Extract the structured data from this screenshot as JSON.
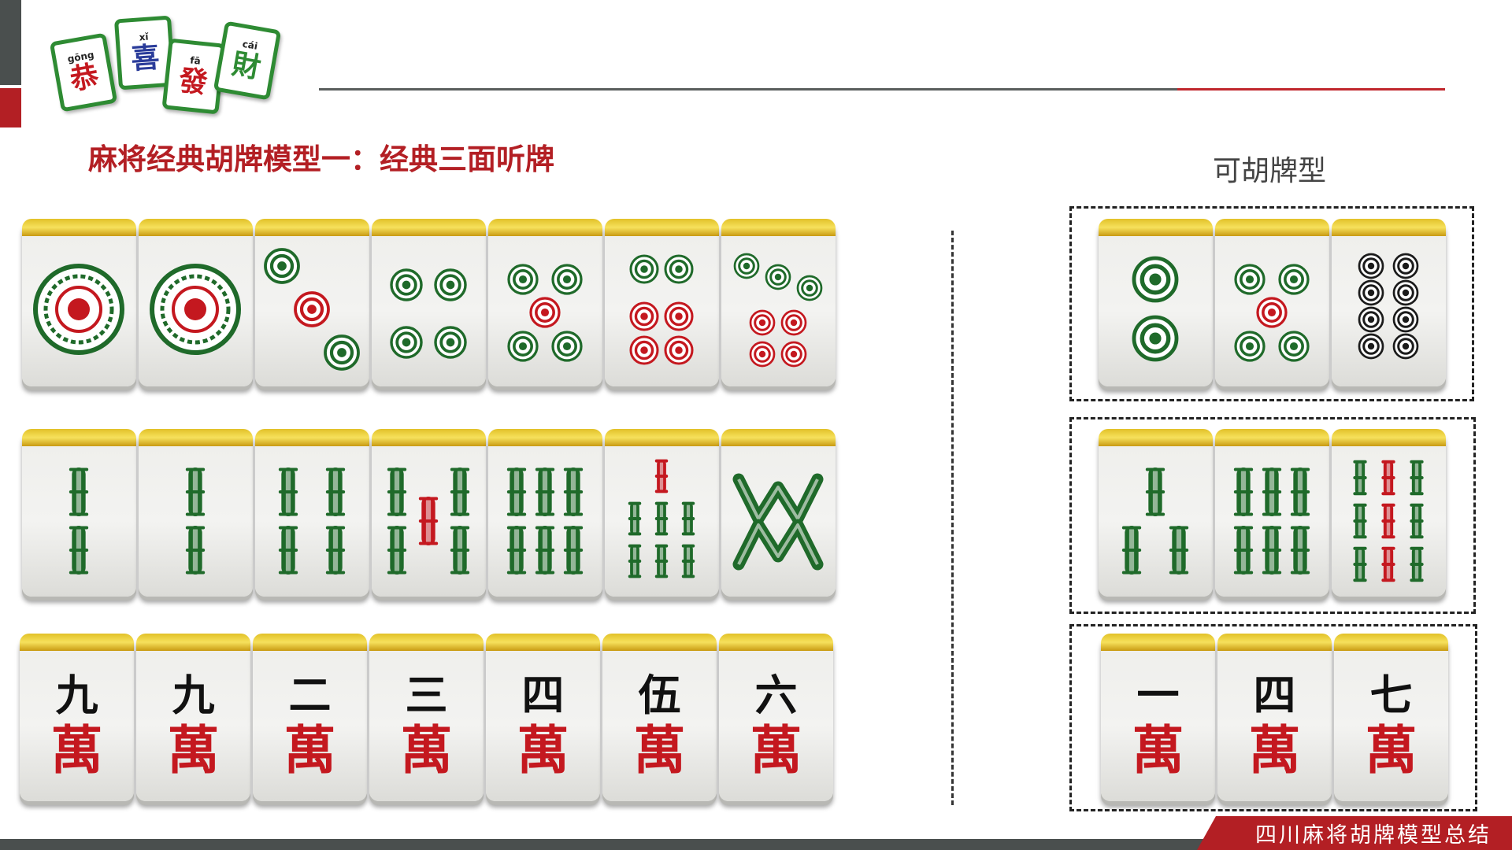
{
  "logo": {
    "tiles": [
      {
        "pinyin": "gōng",
        "char": "恭",
        "color": "#c4181f"
      },
      {
        "pinyin": "xǐ",
        "char": "喜",
        "color": "#2a3c9a"
      },
      {
        "pinyin": "fā",
        "char": "發",
        "color": "#c4181f"
      },
      {
        "pinyin": "cái",
        "char": "財",
        "color": "#2e8b33"
      }
    ]
  },
  "title": "麻将经典胡牌模型一：经典三面听牌",
  "side_title": "可胡牌型",
  "footer": "四川麻将胡牌模型总结",
  "hand_rows": [
    [
      {
        "suit": "dots",
        "rank": 1
      },
      {
        "suit": "dots",
        "rank": 1
      },
      {
        "suit": "dots",
        "rank": 3
      },
      {
        "suit": "dots",
        "rank": 4
      },
      {
        "suit": "dots",
        "rank": 5
      },
      {
        "suit": "dots",
        "rank": 6
      },
      {
        "suit": "dots",
        "rank": 7
      }
    ],
    [
      {
        "suit": "bamboo",
        "rank": 2
      },
      {
        "suit": "bamboo",
        "rank": 2
      },
      {
        "suit": "bamboo",
        "rank": 4
      },
      {
        "suit": "bamboo",
        "rank": 5
      },
      {
        "suit": "bamboo",
        "rank": 6
      },
      {
        "suit": "bamboo",
        "rank": 7
      },
      {
        "suit": "bamboo",
        "rank": 8
      }
    ],
    [
      {
        "suit": "characters",
        "rank": 9,
        "numeral": "九"
      },
      {
        "suit": "characters",
        "rank": 9,
        "numeral": "九"
      },
      {
        "suit": "characters",
        "rank": 2,
        "numeral": "二"
      },
      {
        "suit": "characters",
        "rank": 3,
        "numeral": "三"
      },
      {
        "suit": "characters",
        "rank": 4,
        "numeral": "四"
      },
      {
        "suit": "characters",
        "rank": 5,
        "numeral": "伍"
      },
      {
        "suit": "characters",
        "rank": 6,
        "numeral": "六"
      }
    ]
  ],
  "winning_groups": [
    [
      {
        "suit": "dots",
        "rank": 2
      },
      {
        "suit": "dots",
        "rank": 5
      },
      {
        "suit": "dots",
        "rank": 8
      }
    ],
    [
      {
        "suit": "bamboo",
        "rank": 3
      },
      {
        "suit": "bamboo",
        "rank": 6
      },
      {
        "suit": "bamboo",
        "rank": 9
      }
    ],
    [
      {
        "suit": "characters",
        "rank": 1,
        "numeral": "一"
      },
      {
        "suit": "characters",
        "rank": 4,
        "numeral": "四"
      },
      {
        "suit": "characters",
        "rank": 7,
        "numeral": "七"
      }
    ]
  ],
  "wan_char": "萬",
  "colors": {
    "accent_red": "#b31f24",
    "tile_green": "#1f6a2a",
    "tile_red": "#c4181f",
    "tile_black": "#1b1b1b",
    "tile_blue": "#24347f"
  }
}
